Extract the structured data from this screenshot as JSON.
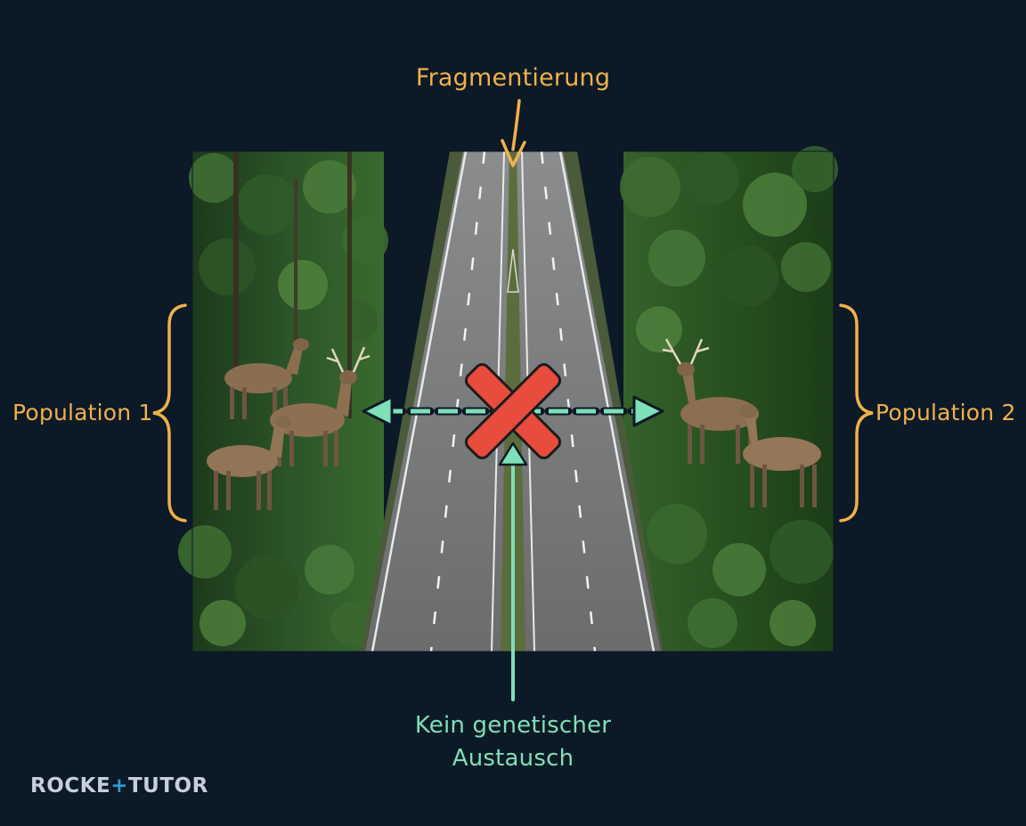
{
  "labels": {
    "fragmentation": "Fragmentierung",
    "population_left": "Population 1",
    "population_right": "Population 2",
    "exchange_line1": "Kein genetischer",
    "exchange_line2": "Austausch"
  },
  "logo": {
    "part1": "ROCKE",
    "part2": "+",
    "part3": "TUTOR"
  },
  "colors": {
    "background": "#0c1926",
    "orange": "#f0b14a",
    "teal": "#7ee0b8",
    "cross": "#e74c3c",
    "logo_text": "#c4d0db"
  },
  "icons": {
    "cross": "x-mark-icon",
    "deer": "deer-icon"
  }
}
